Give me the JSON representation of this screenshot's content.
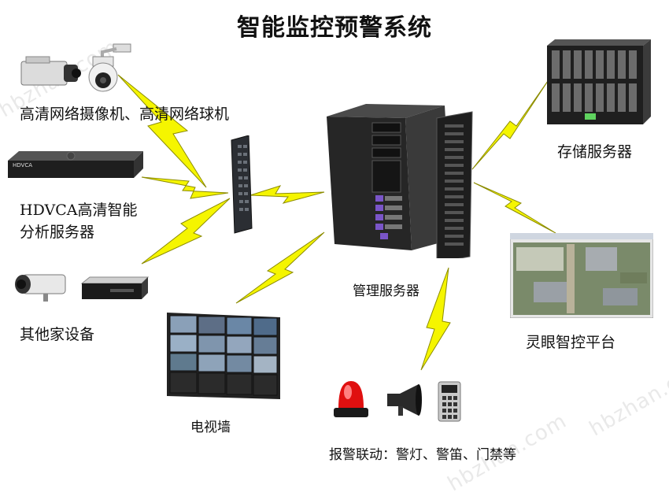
{
  "title": "智能监控预警系统",
  "labels": {
    "cameras": "高清网络摄像机、高清网络球机",
    "hdvca_line1": "HDVCA高清智能",
    "hdvca_line2": "分析服务器",
    "other_devices": "其他家设备",
    "video_wall": "电视墙",
    "mgmt_server": "管理服务器",
    "storage_server": "存储服务器",
    "platform": "灵眼智控平台",
    "alarm_link": "报警联动：警灯、警笛、门禁等",
    "hdvca_brand": "HDVCA"
  },
  "watermarks": [
    "hbzhan.com",
    "hbzhan.com",
    "hbzhan.com"
  ],
  "colors": {
    "bolt": "#f5f500",
    "bolt_stroke": "#9a9a00",
    "server_dark": "#2a2a2a",
    "beacon_red": "#e01010"
  },
  "icons": [
    "box-camera-icon",
    "dome-camera-icon",
    "network-switch-icon",
    "bullet-camera-icon",
    "dvr-icon",
    "tower-server-icon",
    "blade-storage-icon",
    "monitor-screenshot-icon",
    "video-wall-icon",
    "alarm-beacon-icon",
    "siren-speaker-icon",
    "access-keypad-icon"
  ]
}
